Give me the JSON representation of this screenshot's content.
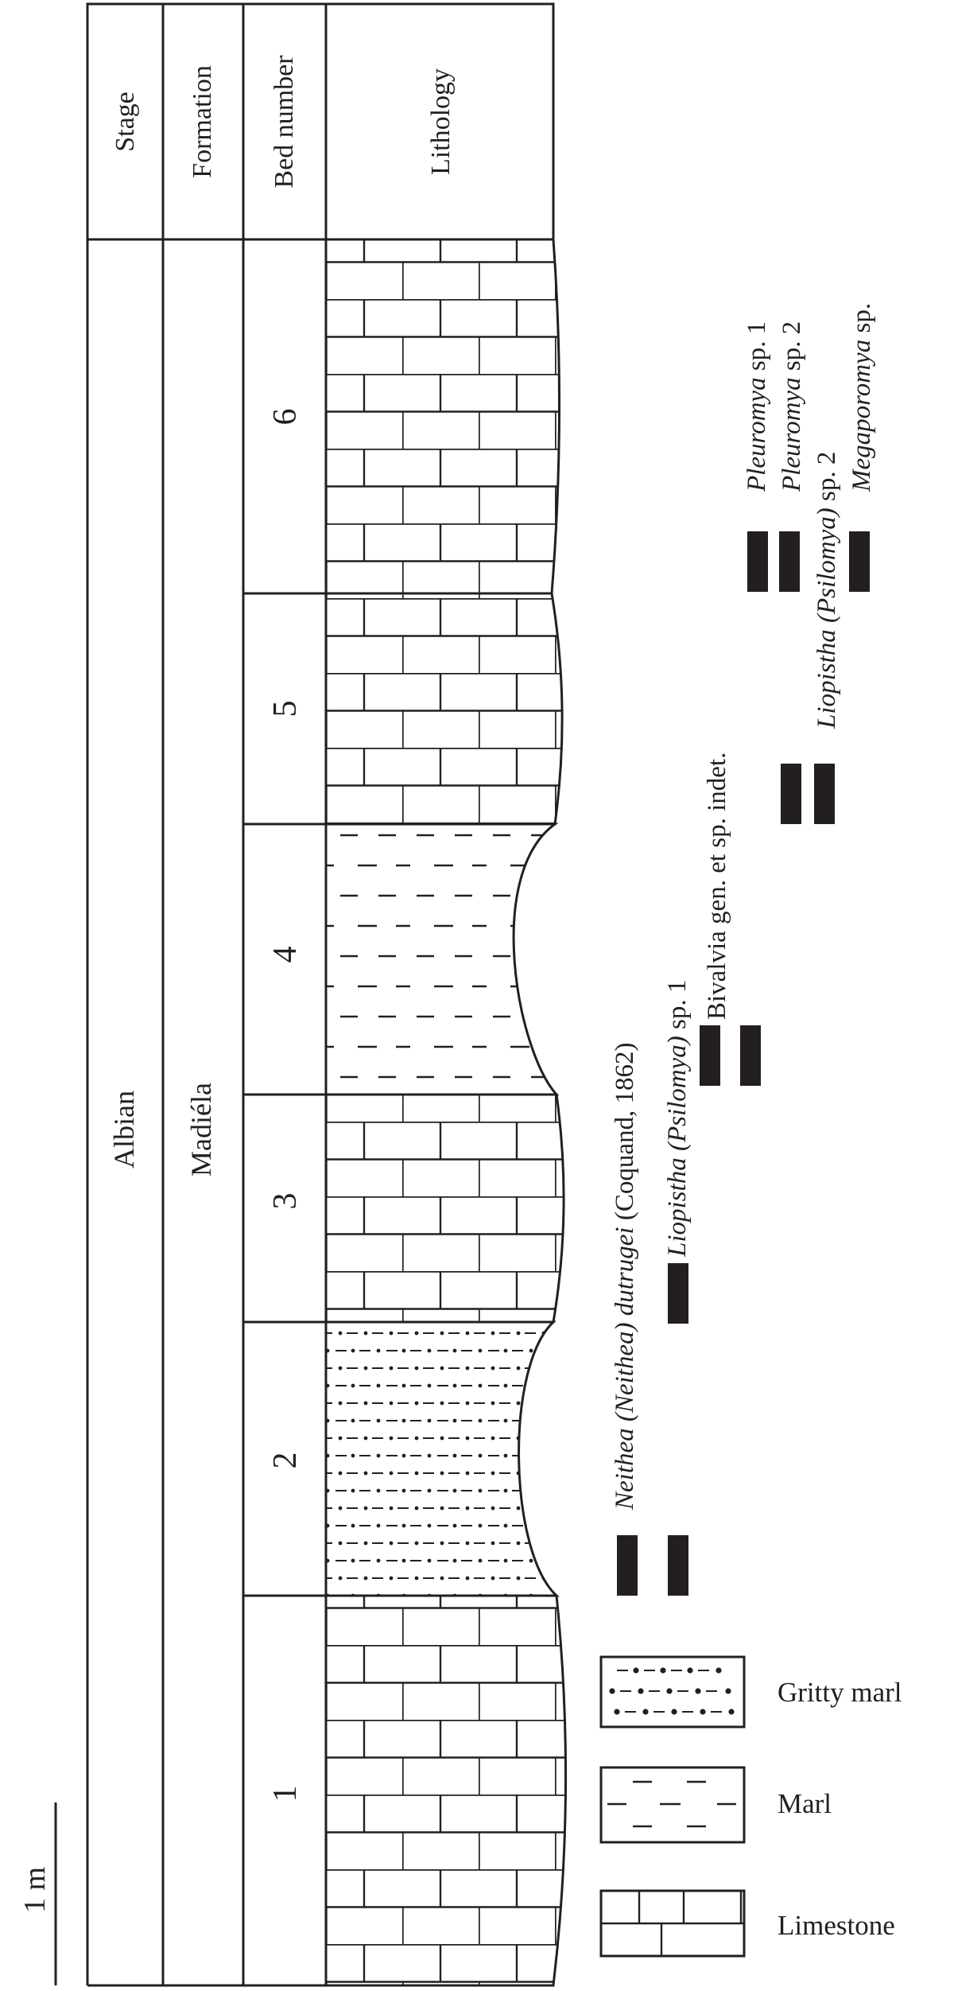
{
  "columns": {
    "stage": "Stage",
    "formation": "Formation",
    "bed_number": "Bed number",
    "lithology": "Lithology"
  },
  "stage_name": "Albian",
  "formation_name": "Madiéla",
  "beds": [
    {
      "number": "1",
      "lithology": "Limestone"
    },
    {
      "number": "2",
      "lithology": "Gritty marl"
    },
    {
      "number": "3",
      "lithology": "Limestone"
    },
    {
      "number": "4",
      "lithology": "Marl"
    },
    {
      "number": "5",
      "lithology": "Limestone"
    },
    {
      "number": "6",
      "lithology": "Limestone"
    }
  ],
  "taxa": [
    {
      "genus": "Neithea (Neithea) dutrugei",
      "rest": " (Coquand, 1862)"
    },
    {
      "genus": "Liopistha (Psilomya)",
      "rest": " sp. 1"
    },
    {
      "genus": "",
      "rest": "Bivalvia gen. et sp. indet."
    },
    {
      "genus": "Liopistha (Psilomya)",
      "rest": " sp. 2"
    },
    {
      "genus": "Pleuromya",
      "rest": " sp. 1"
    },
    {
      "genus": "Pleuromya",
      "rest": " sp. 2"
    },
    {
      "genus": "Megaporomya",
      "rest": " sp."
    }
  ],
  "legend": {
    "gritty_marl": "Gritty marl",
    "marl": "Marl",
    "limestone": "Limestone"
  },
  "scale_label": "1 m",
  "colors": {
    "ink": "#231f20",
    "background": "#ffffff"
  }
}
